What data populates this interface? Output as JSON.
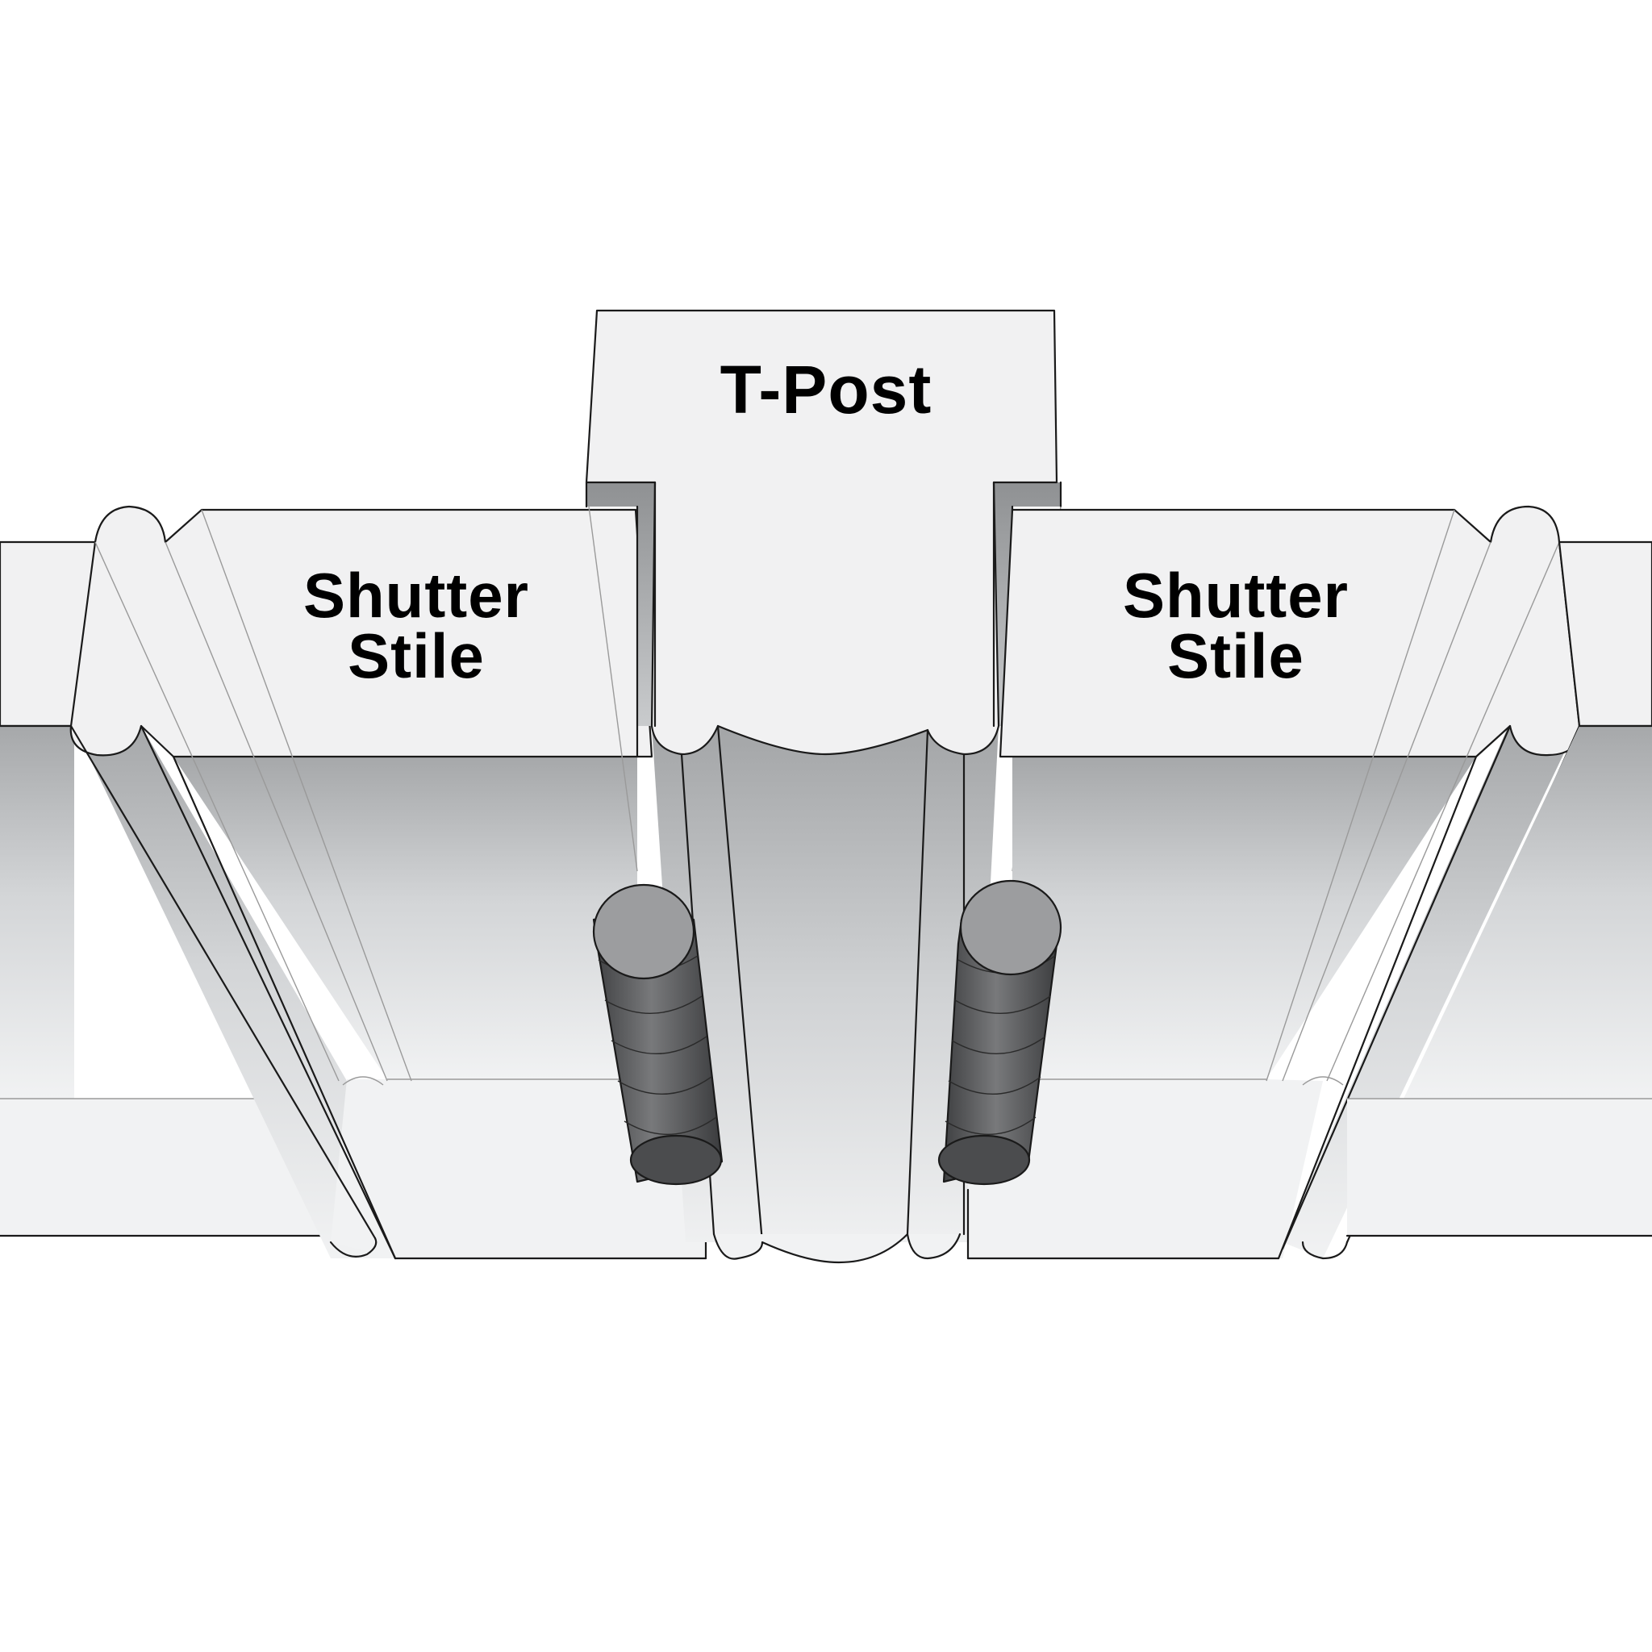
{
  "labels": {
    "t_post": "T-Post",
    "left_stile_line1": "Shutter",
    "left_stile_line2": "Stile",
    "right_stile_line1": "Shutter",
    "right_stile_line2": "Stile"
  },
  "colors": {
    "background": "#ffffff",
    "face": "#f1f1f2",
    "side_dark": "#a6a8aa",
    "side_light": "#eceef0",
    "hinge": "#5a5b5d",
    "hinge_top": "#9c9d9f",
    "outline": "#1a1a1a"
  },
  "icons": {
    "left_hinge": "hinge-barrel-icon",
    "right_hinge": "hinge-barrel-icon"
  }
}
